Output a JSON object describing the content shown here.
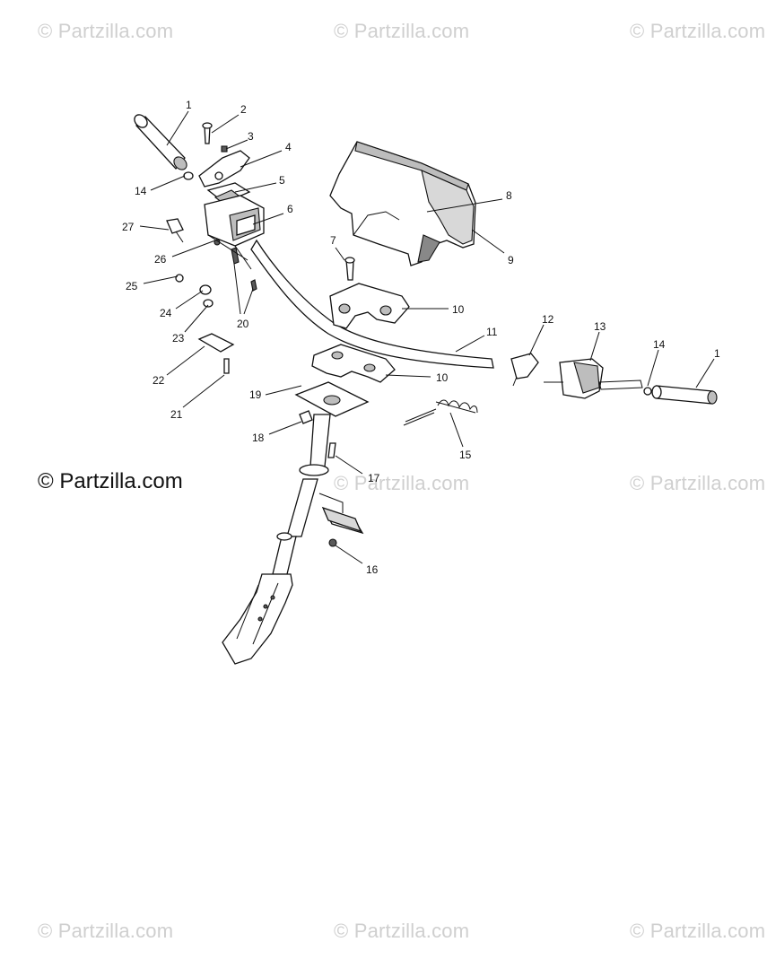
{
  "watermarks": [
    "© Partzilla.com",
    "© Partzilla.com",
    "© Partzilla.com",
    "© Partzilla.com",
    "© Partzilla.com",
    "© Partzilla.com",
    "© Partzilla.com"
  ],
  "main_watermark": "© Partzilla.com",
  "callouts": [
    {
      "id": "c1a",
      "label": "1"
    },
    {
      "id": "c2",
      "label": "2"
    },
    {
      "id": "c3",
      "label": "3"
    },
    {
      "id": "c4",
      "label": "4"
    },
    {
      "id": "c5",
      "label": "5"
    },
    {
      "id": "c6",
      "label": "6"
    },
    {
      "id": "c7",
      "label": "7"
    },
    {
      "id": "c8",
      "label": "8"
    },
    {
      "id": "c9",
      "label": "9"
    },
    {
      "id": "c10a",
      "label": "10"
    },
    {
      "id": "c10b",
      "label": "10"
    },
    {
      "id": "c11",
      "label": "11"
    },
    {
      "id": "c12",
      "label": "12"
    },
    {
      "id": "c13",
      "label": "13"
    },
    {
      "id": "c14a",
      "label": "14"
    },
    {
      "id": "c14b",
      "label": "14"
    },
    {
      "id": "c1b",
      "label": "1"
    },
    {
      "id": "c15",
      "label": "15"
    },
    {
      "id": "c16",
      "label": "16"
    },
    {
      "id": "c17",
      "label": "17"
    },
    {
      "id": "c18",
      "label": "18"
    },
    {
      "id": "c19",
      "label": "19"
    },
    {
      "id": "c20",
      "label": "20"
    },
    {
      "id": "c21",
      "label": "21"
    },
    {
      "id": "c22",
      "label": "22"
    },
    {
      "id": "c23",
      "label": "23"
    },
    {
      "id": "c24",
      "label": "24"
    },
    {
      "id": "c25",
      "label": "25"
    },
    {
      "id": "c26",
      "label": "26"
    },
    {
      "id": "c27",
      "label": "27"
    }
  ]
}
